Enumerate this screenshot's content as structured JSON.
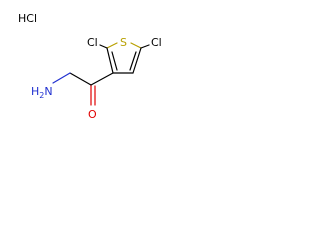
{
  "molecule": {
    "salt_label": "HCl",
    "atoms": {
      "sulfur": "S",
      "chlorine_left": "Cl",
      "chlorine_right": "Cl",
      "oxygen": "O",
      "amine": "H2N"
    },
    "colors": {
      "sulfur": "#b8a000",
      "oxygen": "#e00000",
      "nitrogen": "#2030d0",
      "carbon": "#000000"
    }
  }
}
